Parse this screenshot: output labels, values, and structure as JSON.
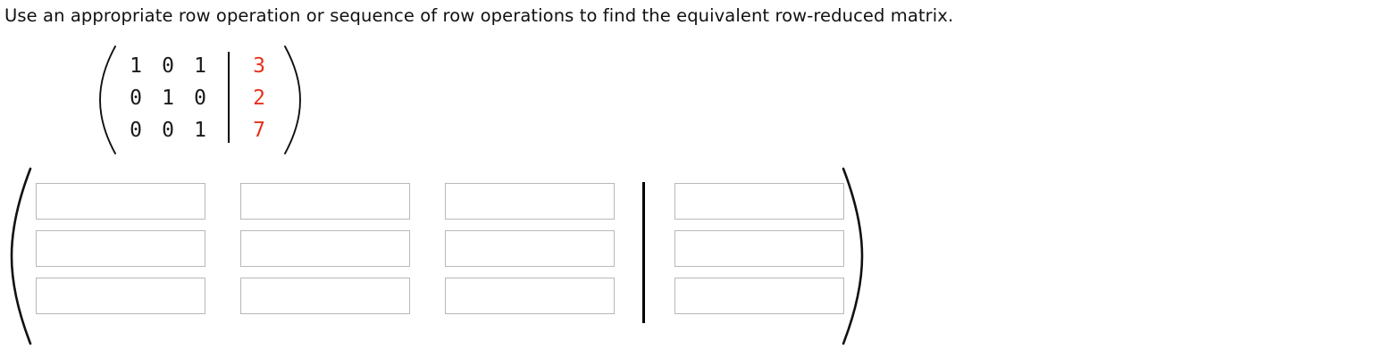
{
  "prompt": {
    "text": "Use an appropriate row operation or sequence of row operations to find the equivalent row-reduced matrix."
  },
  "given_matrix": {
    "label": "given-augmented-matrix",
    "rows": 3,
    "cols": 4,
    "coefficient_color": "#1a1a1a",
    "augmented_color": "#e8301c",
    "divider_after_column": 3,
    "cells": [
      [
        "1",
        "0",
        "1",
        "3"
      ],
      [
        "0",
        "1",
        "0",
        "2"
      ],
      [
        "0",
        "0",
        "1",
        "7"
      ]
    ],
    "coefficients": [
      [
        "1",
        "0",
        "1"
      ],
      [
        "0",
        "1",
        "0"
      ],
      [
        "0",
        "0",
        "1"
      ]
    ],
    "augmented_column": [
      "3",
      "2",
      "7"
    ],
    "bracket": "parenthesis"
  },
  "answer_matrix": {
    "label": "answer-augmented-matrix",
    "rows": 3,
    "cols": 4,
    "divider_after_column": 3,
    "bracket": "parenthesis",
    "box_border_color": "#b8b8b8",
    "inputs": [
      [
        {
          "name": "answer-r1c1",
          "value": "",
          "placeholder": ""
        },
        {
          "name": "answer-r1c2",
          "value": "",
          "placeholder": ""
        },
        {
          "name": "answer-r1c3",
          "value": "",
          "placeholder": ""
        },
        {
          "name": "answer-r1c4",
          "value": "",
          "placeholder": ""
        }
      ],
      [
        {
          "name": "answer-r2c1",
          "value": "",
          "placeholder": ""
        },
        {
          "name": "answer-r2c2",
          "value": "",
          "placeholder": ""
        },
        {
          "name": "answer-r2c3",
          "value": "",
          "placeholder": ""
        },
        {
          "name": "answer-r2c4",
          "value": "",
          "placeholder": ""
        }
      ],
      [
        {
          "name": "answer-r3c1",
          "value": "",
          "placeholder": ""
        },
        {
          "name": "answer-r3c2",
          "value": "",
          "placeholder": ""
        },
        {
          "name": "answer-r3c3",
          "value": "",
          "placeholder": ""
        },
        {
          "name": "answer-r3c4",
          "value": "",
          "placeholder": ""
        }
      ]
    ]
  }
}
